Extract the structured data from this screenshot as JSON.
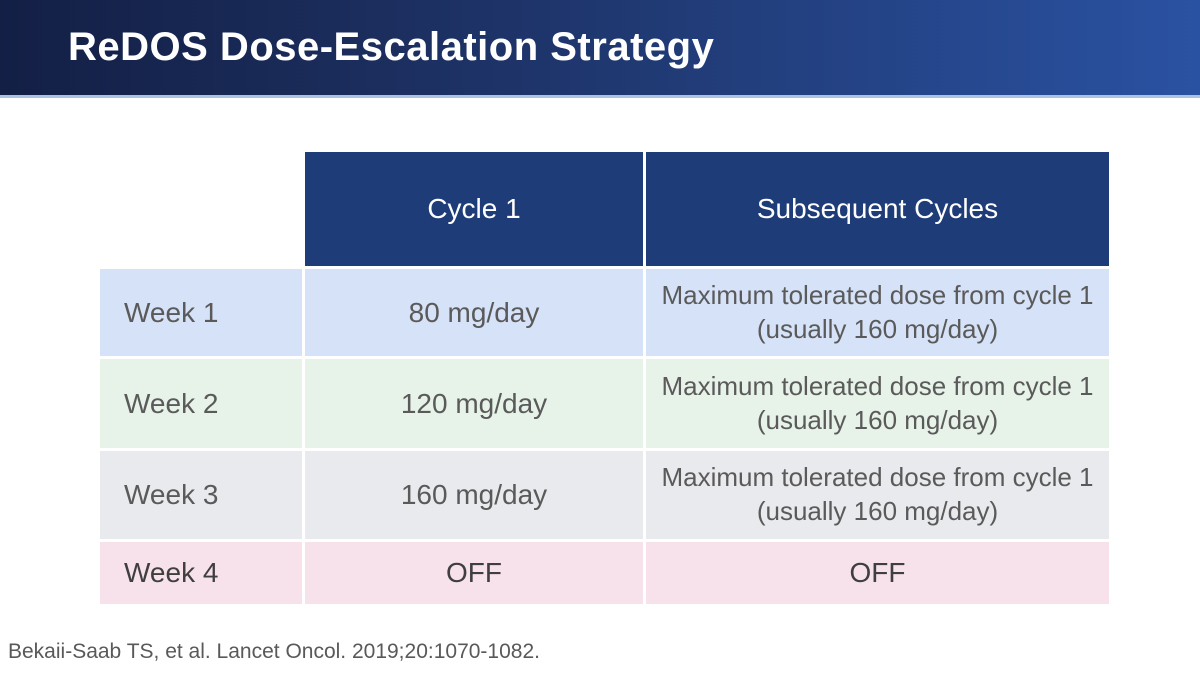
{
  "slide": {
    "title": "ReDOS Dose-Escalation Strategy",
    "citation": "Bekaii-Saab TS, et al. Lancet Oncol. 2019;20:1070-1082."
  },
  "table": {
    "column_headers": [
      "",
      "Cycle 1",
      "Subsequent Cycles"
    ],
    "rows": [
      {
        "label": "Week 1",
        "cycle1": "80 mg/day",
        "subsequent": "Maximum tolerated dose from cycle 1 (usually 160 mg/day)",
        "color": "#d6e2f7"
      },
      {
        "label": "Week 2",
        "cycle1": "120 mg/day",
        "subsequent": "Maximum tolerated dose from cycle 1 (usually 160 mg/day)",
        "color": "#e7f2e9"
      },
      {
        "label": "Week 3",
        "cycle1": "160 mg/day",
        "subsequent": "Maximum tolerated dose from cycle 1 (usually 160 mg/day)",
        "color": "#e9eaed"
      },
      {
        "label": "Week 4",
        "cycle1": "OFF",
        "subsequent": "OFF",
        "color": "#f7e2ec"
      }
    ]
  },
  "colors": {
    "band_gradient_left": "#131f45",
    "band_gradient_right": "#2a52a2",
    "band_underline": "#a9c3e0",
    "table_header_bg": "#1e3c78",
    "table_header_text": "#ffffff",
    "cell_text": "#5a5a5a",
    "off_row_text": "#3f3f3f",
    "citation_text": "#595959",
    "background": "#ffffff"
  }
}
